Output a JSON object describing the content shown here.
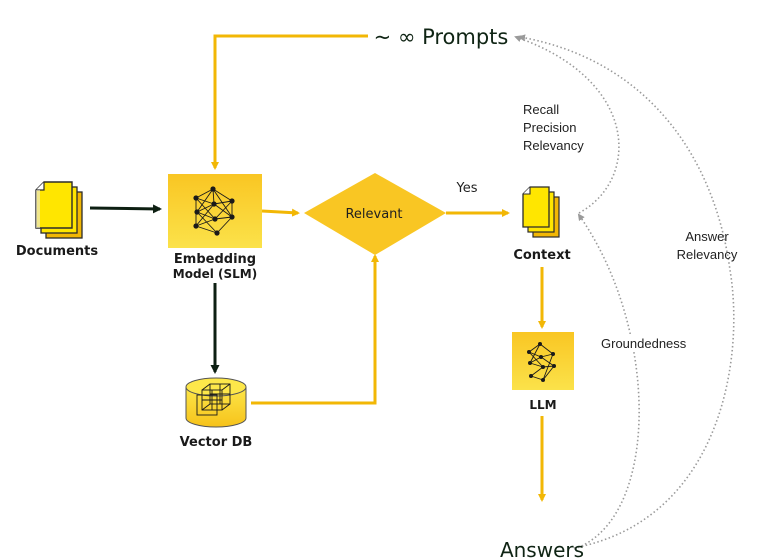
{
  "nodes": {
    "prompts": {
      "label": "~ ∞ Prompts"
    },
    "documents": {
      "label": "Documents"
    },
    "embedding_model": {
      "label_line1": "Embedding",
      "label_line2": "Model (SLM)"
    },
    "relevant": {
      "label": "Relevant"
    },
    "yes": {
      "label": "Yes"
    },
    "context": {
      "label": "Context"
    },
    "vector_db": {
      "label": "Vector DB"
    },
    "llm": {
      "label": "LLM"
    },
    "answers": {
      "label": "Answers"
    }
  },
  "metrics": {
    "context_metrics": [
      "Recall",
      "Precision",
      "Relevancy"
    ],
    "answer_relevancy": [
      "Answer",
      "Relevancy"
    ],
    "groundedness": "Groundedness"
  },
  "colors": {
    "flow_yellow": "#f2b705",
    "node_yellow": "#f9c623",
    "doc_yellow": "#ffe600",
    "dark_arrow": "#0d1f12",
    "dotted_gray": "#9a9a9a"
  }
}
